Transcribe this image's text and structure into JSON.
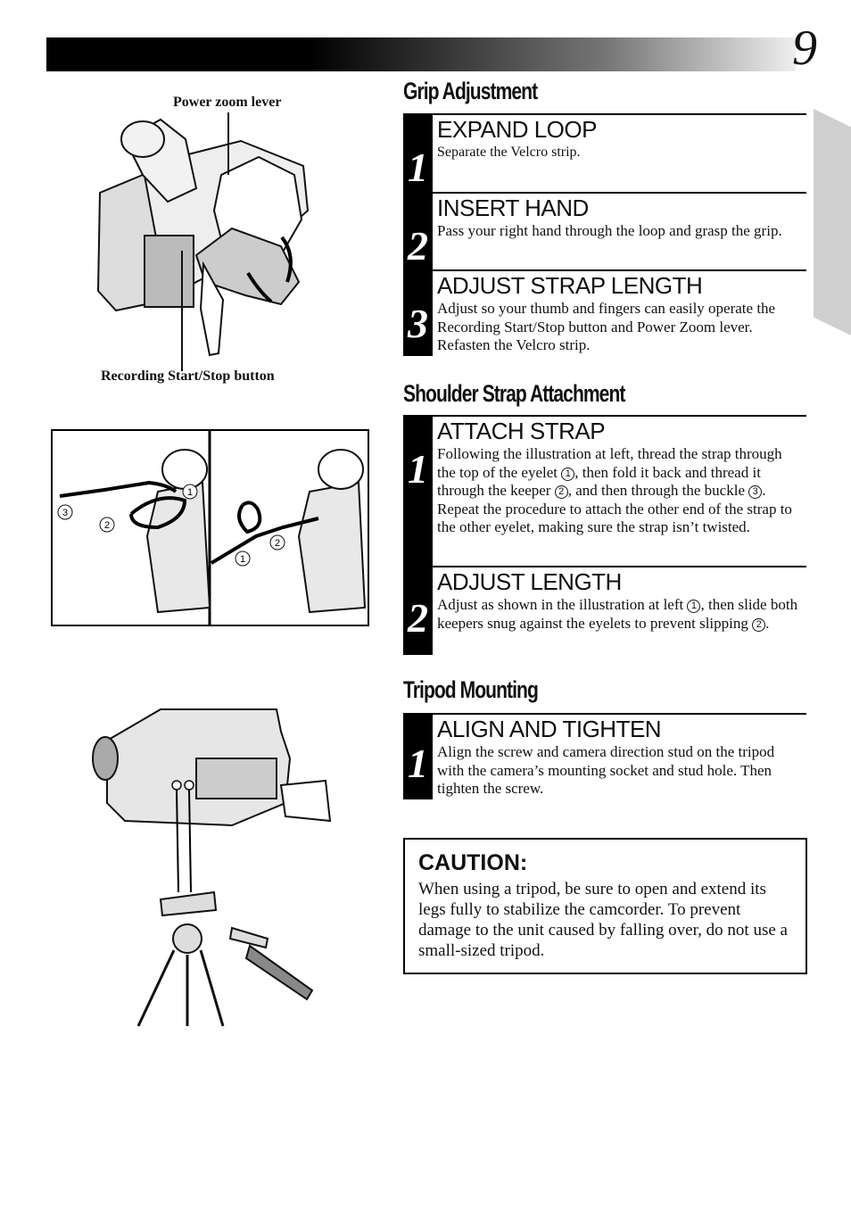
{
  "page": {
    "number": "9"
  },
  "figure_labels": {
    "power_zoom": "Power zoom lever",
    "record_button": "Recording Start/Stop button",
    "c1": "1",
    "c2": "2",
    "c3": "3"
  },
  "grip": {
    "title": "Grip Adjustment",
    "steps": [
      {
        "num": "1",
        "title": "EXPAND LOOP",
        "body": "Separate the Velcro strip."
      },
      {
        "num": "2",
        "title": "INSERT HAND",
        "body": "Pass your right hand through the loop and grasp the grip."
      },
      {
        "num": "3",
        "title": "ADJUST STRAP LENGTH",
        "body": "Adjust so your thumb and fingers can easily operate the Recording Start/Stop button and Power Zoom lever. Refasten the Velcro strip."
      }
    ]
  },
  "shoulder": {
    "title": "Shoulder Strap Attachment",
    "steps": [
      {
        "num": "1",
        "title": "ATTACH STRAP",
        "body_a": "Following the illustration at left, thread the strap through the top of the eyelet ",
        "m1": "1",
        "body_b": ", then fold it back and thread it through the keeper ",
        "m2": "2",
        "body_c": ", and then through the buckle ",
        "m3": "3",
        "body_d": ". Repeat the procedure to attach the other end of the strap to the other eyelet, making sure the strap isn’t twisted."
      },
      {
        "num": "2",
        "title": "ADJUST LENGTH",
        "body_a": "Adjust as shown in the illustration at left ",
        "m1": "1",
        "body_b": ", then slide both keepers snug against the eyelets to prevent slipping ",
        "m2": "2",
        "body_c": "."
      }
    ]
  },
  "tripod": {
    "title": "Tripod Mounting",
    "steps": [
      {
        "num": "1",
        "title": "ALIGN AND TIGHTEN",
        "body": "Align the screw and camera direction stud on the tripod with the camera’s mounting socket and stud hole. Then tighten the screw."
      }
    ]
  },
  "caution": {
    "title": "CAUTION:",
    "body": "When using a tripod, be sure to open and extend its legs fully to stabilize the camcorder. To prevent damage to the unit caused by falling over, do not use a small-sized tripod."
  }
}
